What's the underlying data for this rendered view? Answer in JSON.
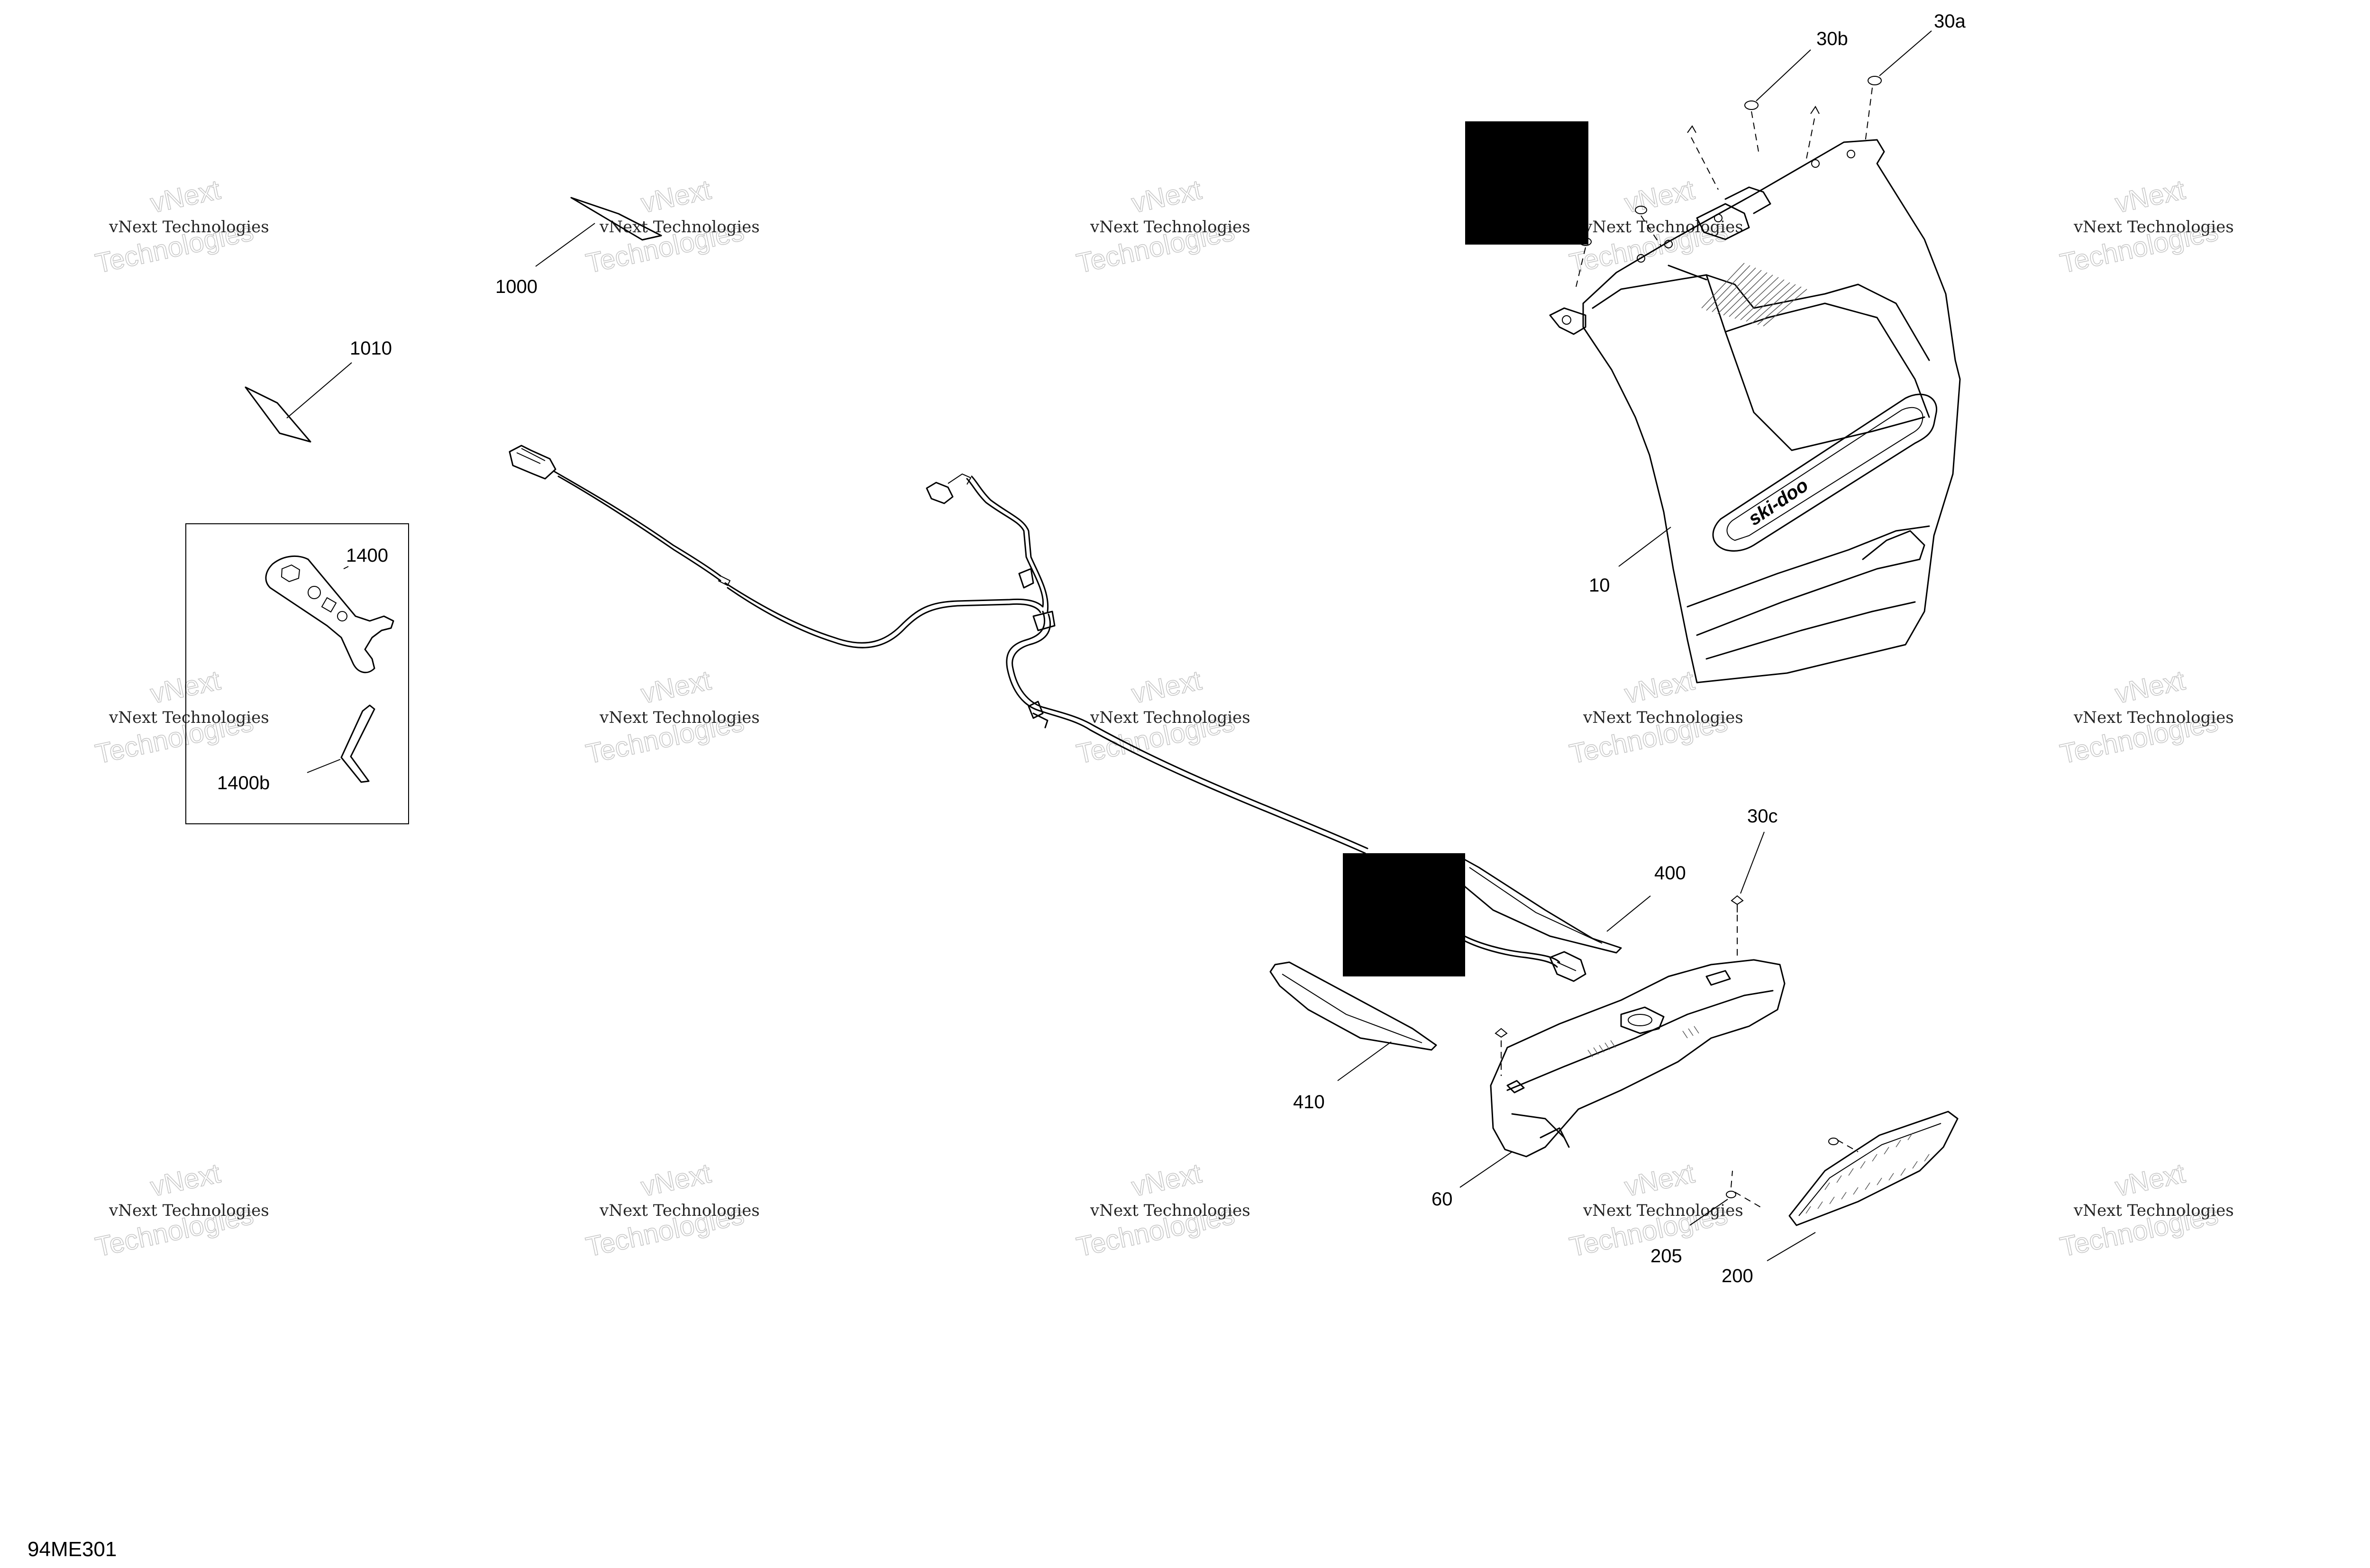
{
  "diagram": {
    "drawing_code": "94ME301",
    "callouts": {
      "c30a": "30a",
      "c30b": "30b",
      "c30c": "30c",
      "c10": "10",
      "c1000": "1000",
      "c1010": "1010",
      "c1400": "1400",
      "c1400b": "1400b",
      "c400": "400",
      "c410": "410",
      "c60": "60",
      "c205": "205",
      "c200": "200"
    },
    "watermark": {
      "line1": "vNext Technologies",
      "line2": "vNext",
      "line3": "Technologies"
    },
    "logo_text": "ski-doo"
  }
}
